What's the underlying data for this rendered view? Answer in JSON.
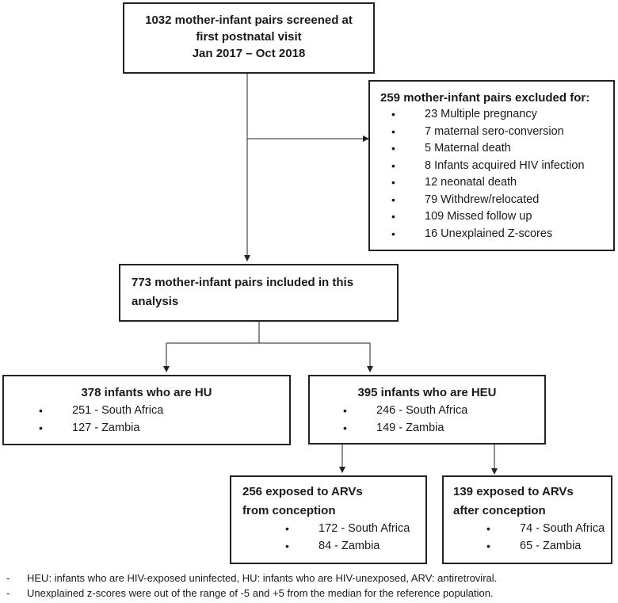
{
  "screened": {
    "line1": "1032 mother-infant pairs screened at",
    "line2": "first postnatal visit",
    "line3": "Jan 2017 – Oct 2018"
  },
  "excluded": {
    "title": "259 mother-infant pairs excluded for:",
    "items": [
      "23 Multiple pregnancy",
      "7 maternal sero-conversion",
      "5 Maternal death",
      "8 Infants acquired HIV infection",
      "12 neonatal death",
      "79 Withdrew/relocated",
      "109 Missed follow up",
      "16 Unexplained Z-scores"
    ]
  },
  "included": {
    "line1": "773 mother-infant pairs included in this",
    "line2": "analysis"
  },
  "hu": {
    "title": "378 infants who are HU",
    "items": [
      "251 - South Africa",
      "127 - Zambia"
    ]
  },
  "heu": {
    "title": "395 infants who are HEU",
    "items": [
      "246 - South Africa",
      "149 - Zambia"
    ]
  },
  "from_conception": {
    "line1": "256 exposed to ARVs",
    "line2": "from conception",
    "items": [
      "172 - South Africa",
      "84 - Zambia"
    ]
  },
  "after_conception": {
    "line1": "139 exposed to ARVs",
    "line2": "after conception",
    "items": [
      "74 - South Africa",
      "65 - Zambia"
    ]
  },
  "footnotes": {
    "dash": "-",
    "note1": "HEU: infants who are HIV-exposed uninfected, HU: infants who are HIV-unexposed, ARV: antiretroviral.",
    "note2": "Unexplained z-scores were out of the range of -5 and +5 from the median for the reference population."
  }
}
